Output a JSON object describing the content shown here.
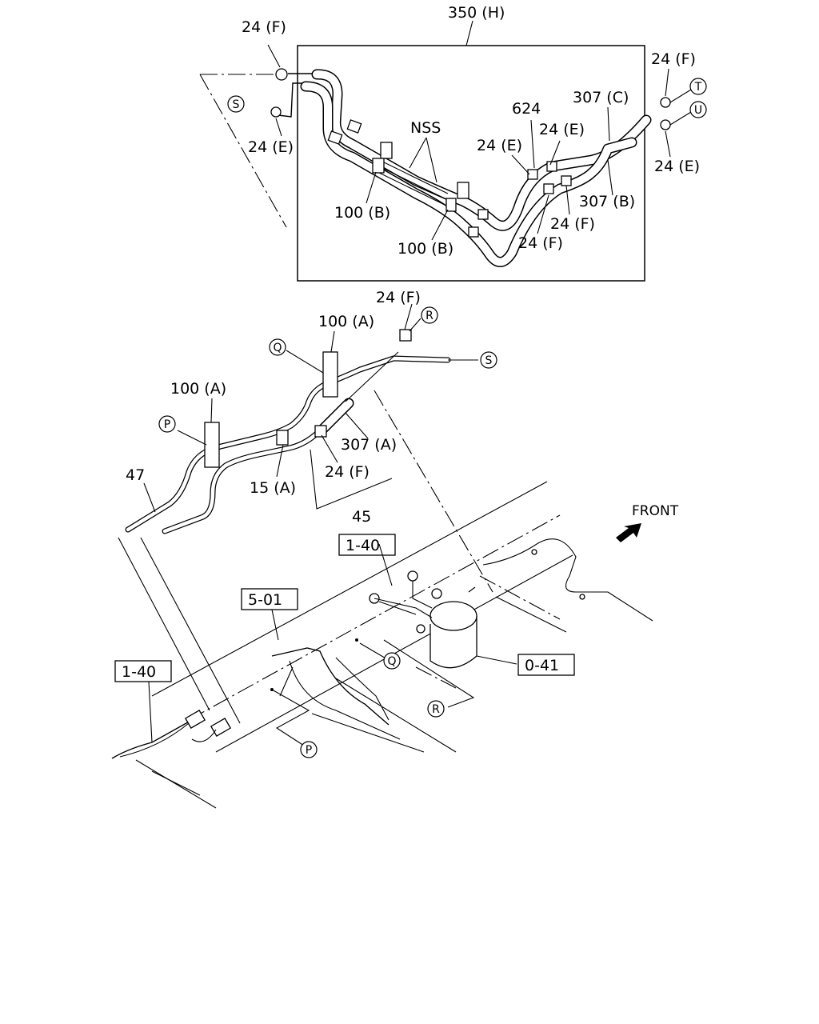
{
  "labels": {
    "assembly": "350 (H)",
    "clip_f_top_left": "24 (F)",
    "clip_e_top_left": "24 (E)",
    "nss": "NSS",
    "bracket_b_1": "100 (B)",
    "bracket_b_2": "100 (B)",
    "part_624": "624",
    "clip_e_mid": "24 (E)",
    "clip_e_mid2": "24 (E)",
    "hose_c": "307 (C)",
    "clip_f_right": "24 (F)",
    "clip_e_right": "24 (E)",
    "hose_b": "307 (B)",
    "clip_f_mid": "24 (F)",
    "clip_f_mid2": "24 (F)",
    "clip_f_lower": "24 (F)",
    "bracket_a_1": "100 (A)",
    "bracket_a_2": "100 (A)",
    "hose_a": "307 (A)",
    "clip_f_lower2": "24 (F)",
    "clamp_15a": "15 (A)",
    "group_45": "45",
    "pipe_47": "47",
    "front": "FRONT",
    "ref_1_40_top": "1-40",
    "ref_5_01": "5-01",
    "ref_0_41": "0-41",
    "ref_1_40_left": "1-40"
  },
  "callouts": {
    "S_top": "S",
    "T": "T",
    "U": "U",
    "R_mid": "R",
    "Q_mid": "Q",
    "S_mid": "S",
    "P_mid": "P",
    "Q_low": "Q",
    "R_low": "R",
    "P_low": "P"
  }
}
